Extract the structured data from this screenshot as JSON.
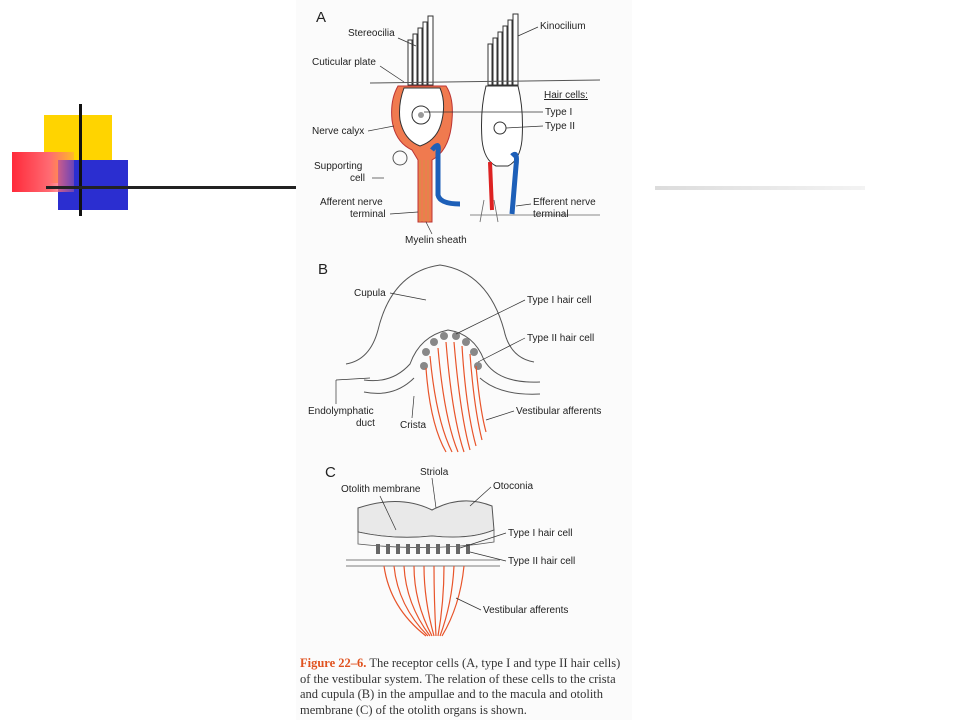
{
  "panel_a": {
    "letter": "A",
    "stereocilia": "Stereocilia",
    "kinocilium": "Kinocilium",
    "cuticular_plate": "Cuticular plate",
    "hair_cells": "Hair cells:",
    "type_i": "Type I",
    "type_ii": "Type II",
    "nerve_calyx": "Nerve calyx",
    "supporting_cell_1": "Supporting",
    "supporting_cell_2": "cell",
    "afferent_1": "Afferent nerve",
    "afferent_2": "terminal",
    "efferent_1": "Efferent nerve",
    "efferent_2": "terminal",
    "myelin": "Myelin sheath"
  },
  "panel_b": {
    "letter": "B",
    "cupula": "Cupula",
    "type_i": "Type I hair cell",
    "type_ii": "Type II hair cell",
    "endolymphatic_1": "Endolymphatic",
    "endolymphatic_2": "duct",
    "crista": "Crista",
    "vestibular": "Vestibular afferents"
  },
  "panel_c": {
    "letter": "C",
    "striola": "Striola",
    "otolith_membrane": "Otolith membrane",
    "otoconia": "Otoconia",
    "type_i": "Type I hair cell",
    "type_ii": "Type II hair cell",
    "vestibular": "Vestibular afferents"
  },
  "caption": {
    "fig_num": "Figure 22–6.",
    "text": " The receptor cells (A, type I and type II hair cells) of the vestibular system. The relation of these cells to the crista and cupula (B) in the ampullae and to the macula and otolith membrane (C) of the otolith organs is shown."
  },
  "colors": {
    "nerve_red": "#e8542a",
    "efferent_blue": "#1d5fb8",
    "accent_yellow": "#ffd400",
    "accent_blue": "#2b2ed0",
    "accent_red": "#ff2a3a"
  }
}
